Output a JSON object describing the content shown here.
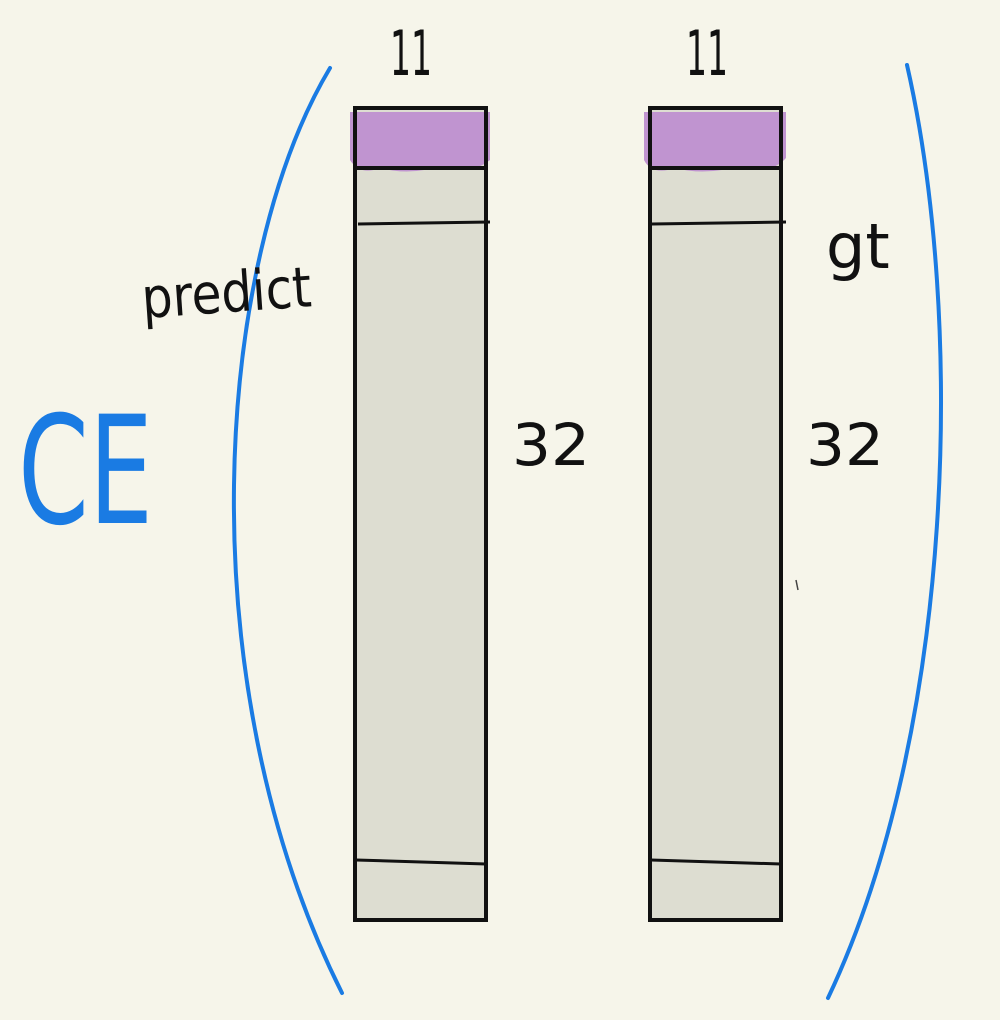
{
  "function_label": "CE",
  "annotation_predict": "predict",
  "annotation_gt": "gt",
  "columns": [
    {
      "name": "predict",
      "width_label": "11",
      "height_label": "32"
    },
    {
      "name": "gt",
      "width_label": "11",
      "height_label": "32"
    }
  ],
  "colors": {
    "background": "#f6f5ea",
    "column_fill": "#ddddd1",
    "highlight": "#c094d0",
    "outline": "#111111",
    "bracket_and_function": "#1a7be3"
  }
}
